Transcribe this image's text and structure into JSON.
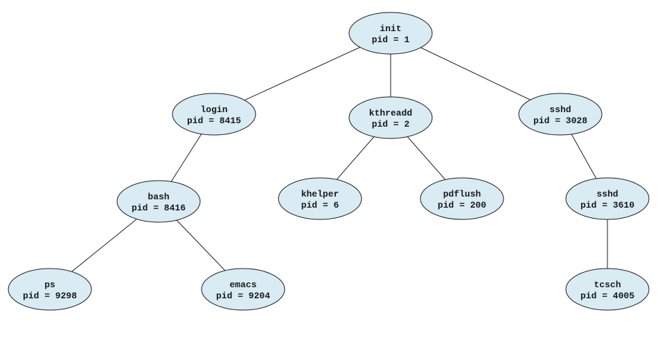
{
  "colors": {
    "node_fill": "#d9ebf3",
    "node_stroke": "#1a1a1a",
    "edge": "#1a1a1a",
    "text": "#1a1a1a"
  },
  "tree": {
    "nodes": [
      {
        "id": "init",
        "name": "init",
        "pid": "pid = 1"
      },
      {
        "id": "login",
        "name": "login",
        "pid": "pid = 8415"
      },
      {
        "id": "kthreadd",
        "name": "kthreadd",
        "pid": "pid = 2"
      },
      {
        "id": "sshd1",
        "name": "sshd",
        "pid": "pid = 3028"
      },
      {
        "id": "bash",
        "name": "bash",
        "pid": "pid = 8416"
      },
      {
        "id": "khelper",
        "name": "khelper",
        "pid": "pid = 6"
      },
      {
        "id": "pdflush",
        "name": "pdflush",
        "pid": "pid = 200"
      },
      {
        "id": "sshd2",
        "name": "sshd",
        "pid": "pid = 3610"
      },
      {
        "id": "ps",
        "name": "ps",
        "pid": "pid = 9298"
      },
      {
        "id": "emacs",
        "name": "emacs",
        "pid": "pid = 9204"
      },
      {
        "id": "tcsch",
        "name": "tcsch",
        "pid": "pid = 4005"
      }
    ],
    "edges": [
      [
        "init",
        "login"
      ],
      [
        "init",
        "kthreadd"
      ],
      [
        "init",
        "sshd1"
      ],
      [
        "login",
        "bash"
      ],
      [
        "kthreadd",
        "khelper"
      ],
      [
        "kthreadd",
        "pdflush"
      ],
      [
        "sshd1",
        "sshd2"
      ],
      [
        "bash",
        "ps"
      ],
      [
        "bash",
        "emacs"
      ],
      [
        "sshd2",
        "tcsch"
      ]
    ]
  }
}
